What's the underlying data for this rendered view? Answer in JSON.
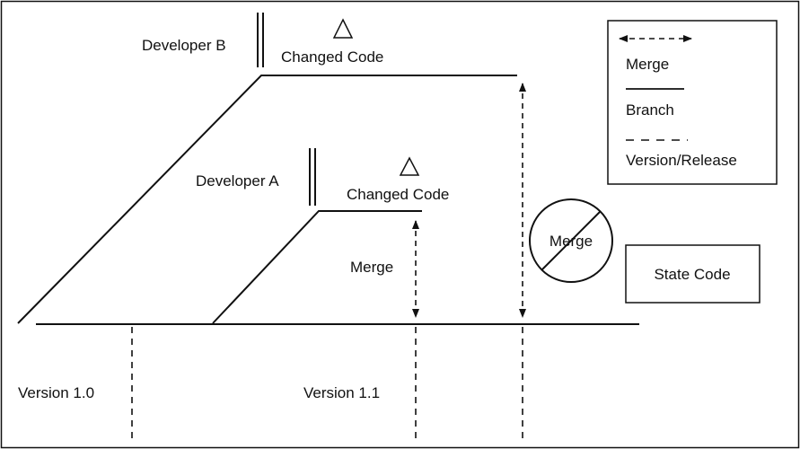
{
  "developer_b": {
    "label": "Developer B",
    "change_label": "Changed Code"
  },
  "developer_a": {
    "label": "Developer A",
    "change_label": "Changed Code"
  },
  "merge_a_label": "Merge",
  "merge_forbidden_label": "Merge",
  "state_code_label": "State Code",
  "versions": [
    {
      "label": "Version 1.0"
    },
    {
      "label": "Version 1.1"
    }
  ],
  "legend": {
    "items": [
      {
        "symbol": "merge-arrow",
        "label": "Merge"
      },
      {
        "symbol": "branch-line",
        "label": "Branch"
      },
      {
        "symbol": "version-dashes",
        "label": "Version/Release"
      }
    ]
  }
}
